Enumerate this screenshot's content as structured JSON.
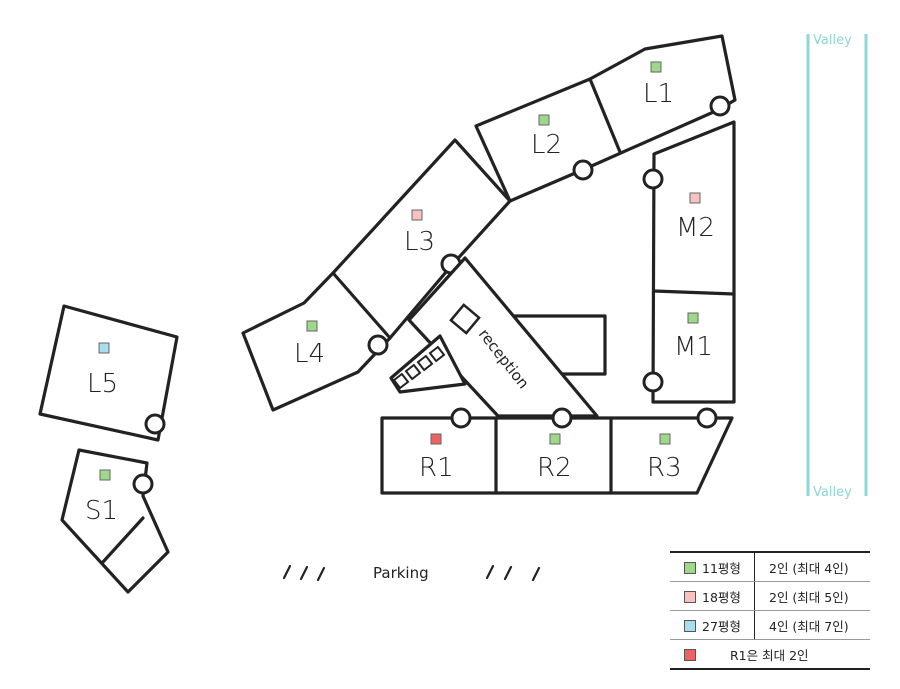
{
  "colors": {
    "green": "#9ed98b",
    "pink": "#f7c2bf",
    "blue": "#a9dcef",
    "red": "#ee6262",
    "river": "#8fd6d6"
  },
  "units": {
    "L1": {
      "label": "L1",
      "type": "green"
    },
    "L2": {
      "label": "L2",
      "type": "green"
    },
    "L3": {
      "label": "L3",
      "type": "pink"
    },
    "L4": {
      "label": "L4",
      "type": "green"
    },
    "L5": {
      "label": "L5",
      "type": "blue"
    },
    "S1": {
      "label": "S1",
      "type": "green"
    },
    "M1": {
      "label": "M1",
      "type": "green"
    },
    "M2": {
      "label": "M2",
      "type": "pink"
    },
    "R1": {
      "label": "R1",
      "type": "red"
    },
    "R2": {
      "label": "R2",
      "type": "green"
    },
    "R3": {
      "label": "R3",
      "type": "green"
    }
  },
  "reception": {
    "label": "reception"
  },
  "parking": {
    "label": "Parking",
    "marks": "/ / /"
  },
  "river": {
    "label_top": "Valley",
    "label_bottom": "Valley"
  },
  "legend": {
    "rows": [
      {
        "key": "11평형",
        "value": "2인 (최대 4인)",
        "color": "#9ed98b"
      },
      {
        "key": "18평형",
        "value": "2인 (최대 5인)",
        "color": "#f7c2bf"
      },
      {
        "key": "27평형",
        "value": "4인 (최대 7인)",
        "color": "#a9dcef"
      }
    ],
    "note": {
      "text": "R1은 최대 2인",
      "color": "#ee6262"
    }
  }
}
